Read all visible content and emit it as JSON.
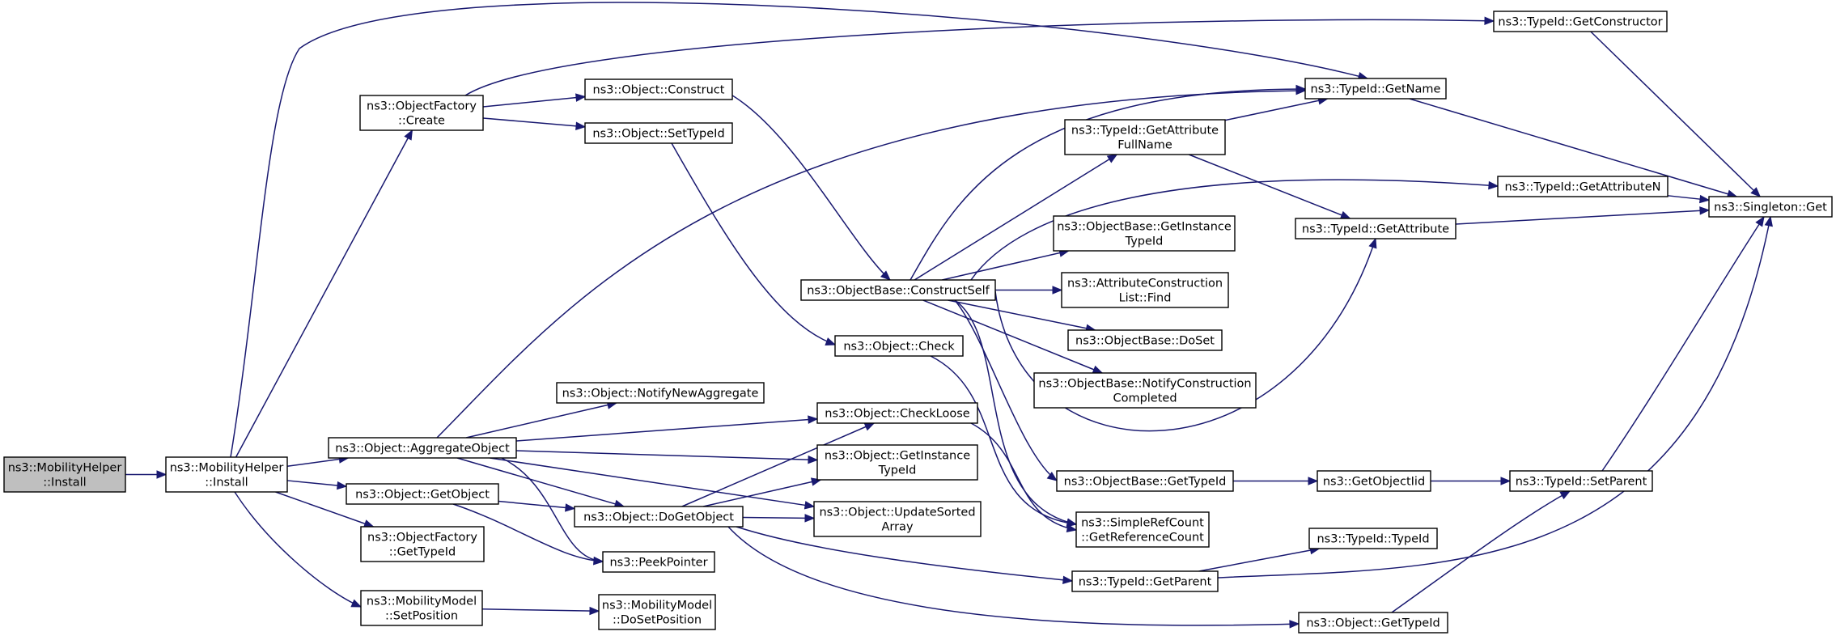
{
  "diagram": {
    "type": "call-graph",
    "colors": {
      "edge": "#191970",
      "node_border": "#000000",
      "root_fill": "#bfbfbf",
      "node_fill": "#ffffff"
    },
    "nodes": [
      {
        "id": "n0",
        "lines": [
          "ns3::MobilityHelper",
          "::Install"
        ],
        "root": true
      },
      {
        "id": "n1",
        "lines": [
          "ns3::MobilityHelper",
          "::Install"
        ]
      },
      {
        "id": "n2",
        "lines": [
          "ns3::ObjectFactory",
          "::Create"
        ]
      },
      {
        "id": "n3",
        "lines": [
          "ns3::Object::Construct"
        ]
      },
      {
        "id": "n4",
        "lines": [
          "ns3::Object::SetTypeId"
        ]
      },
      {
        "id": "n5",
        "lines": [
          "ns3::TypeId::GetConstructor"
        ]
      },
      {
        "id": "n6",
        "lines": [
          "ns3::TypeId::GetName"
        ]
      },
      {
        "id": "n7",
        "lines": [
          "ns3::Singleton::Get"
        ]
      },
      {
        "id": "n8",
        "lines": [
          "ns3::TypeId::GetAttribute",
          "FullName"
        ]
      },
      {
        "id": "n9",
        "lines": [
          "ns3::TypeId::GetAttributeN"
        ]
      },
      {
        "id": "n10",
        "lines": [
          "ns3::TypeId::GetAttribute"
        ]
      },
      {
        "id": "n11",
        "lines": [
          "ns3::ObjectBase::GetInstance",
          "TypeId"
        ]
      },
      {
        "id": "n12",
        "lines": [
          "ns3::ObjectBase::ConstructSelf"
        ]
      },
      {
        "id": "n13",
        "lines": [
          "ns3::AttributeConstruction",
          "List::Find"
        ]
      },
      {
        "id": "n14",
        "lines": [
          "ns3::ObjectBase::DoSet"
        ]
      },
      {
        "id": "n15",
        "lines": [
          "ns3::Object::Check"
        ]
      },
      {
        "id": "n16",
        "lines": [
          "ns3::ObjectBase::NotifyConstruction",
          "Completed"
        ]
      },
      {
        "id": "n17",
        "lines": [
          "ns3::Object::NotifyNewAggregate"
        ]
      },
      {
        "id": "n18",
        "lines": [
          "ns3::Object::CheckLoose"
        ]
      },
      {
        "id": "n19",
        "lines": [
          "ns3::Object::AggregateObject"
        ]
      },
      {
        "id": "n20",
        "lines": [
          "ns3::Object::GetInstance",
          "TypeId"
        ]
      },
      {
        "id": "n21",
        "lines": [
          "ns3::ObjectBase::GetTypeId"
        ]
      },
      {
        "id": "n22",
        "lines": [
          "ns3::GetObjectIid"
        ]
      },
      {
        "id": "n23",
        "lines": [
          "ns3::TypeId::SetParent"
        ]
      },
      {
        "id": "n24",
        "lines": [
          "ns3::Object::GetObject"
        ]
      },
      {
        "id": "n25",
        "lines": [
          "ns3::Object::DoGetObject"
        ]
      },
      {
        "id": "n26",
        "lines": [
          "ns3::Object::UpdateSorted",
          "Array"
        ]
      },
      {
        "id": "n27",
        "lines": [
          "ns3::SimpleRefCount",
          "::GetReferenceCount"
        ]
      },
      {
        "id": "n28",
        "lines": [
          "ns3::ObjectFactory",
          "::GetTypeId"
        ]
      },
      {
        "id": "n29",
        "lines": [
          "ns3::PeekPointer"
        ]
      },
      {
        "id": "n30",
        "lines": [
          "ns3::TypeId::TypeId"
        ]
      },
      {
        "id": "n31",
        "lines": [
          "ns3::TypeId::GetParent"
        ]
      },
      {
        "id": "n32",
        "lines": [
          "ns3::MobilityModel",
          "::SetPosition"
        ]
      },
      {
        "id": "n33",
        "lines": [
          "ns3::MobilityModel",
          "::DoSetPosition"
        ]
      },
      {
        "id": "n34",
        "lines": [
          "ns3::Object::GetTypeId"
        ]
      }
    ],
    "edges": [
      [
        "n0",
        "n1"
      ],
      [
        "n1",
        "n6"
      ],
      [
        "n1",
        "n2"
      ],
      [
        "n1",
        "n19"
      ],
      [
        "n1",
        "n24"
      ],
      [
        "n1",
        "n28"
      ],
      [
        "n1",
        "n32"
      ],
      [
        "n2",
        "n5"
      ],
      [
        "n2",
        "n3"
      ],
      [
        "n2",
        "n4"
      ],
      [
        "n3",
        "n12"
      ],
      [
        "n4",
        "n15"
      ],
      [
        "n5",
        "n7"
      ],
      [
        "n6",
        "n7"
      ],
      [
        "n12",
        "n6"
      ],
      [
        "n12",
        "n8"
      ],
      [
        "n12",
        "n9"
      ],
      [
        "n12",
        "n10"
      ],
      [
        "n12",
        "n11"
      ],
      [
        "n12",
        "n13"
      ],
      [
        "n12",
        "n14"
      ],
      [
        "n12",
        "n16"
      ],
      [
        "n12",
        "n21"
      ],
      [
        "n12",
        "n27"
      ],
      [
        "n8",
        "n6"
      ],
      [
        "n8",
        "n10"
      ],
      [
        "n9",
        "n7"
      ],
      [
        "n10",
        "n7"
      ],
      [
        "n15",
        "n27"
      ],
      [
        "n18",
        "n27"
      ],
      [
        "n19",
        "n6"
      ],
      [
        "n19",
        "n17"
      ],
      [
        "n19",
        "n18"
      ],
      [
        "n19",
        "n20"
      ],
      [
        "n19",
        "n25"
      ],
      [
        "n19",
        "n26"
      ],
      [
        "n19",
        "n29"
      ],
      [
        "n21",
        "n22"
      ],
      [
        "n22",
        "n23"
      ],
      [
        "n23",
        "n7"
      ],
      [
        "n24",
        "n25"
      ],
      [
        "n24",
        "n29"
      ],
      [
        "n25",
        "n18"
      ],
      [
        "n25",
        "n20"
      ],
      [
        "n25",
        "n26"
      ],
      [
        "n25",
        "n31"
      ],
      [
        "n25",
        "n34"
      ],
      [
        "n31",
        "n30"
      ],
      [
        "n31",
        "n7"
      ],
      [
        "n32",
        "n33"
      ],
      [
        "n34",
        "n23"
      ]
    ]
  }
}
